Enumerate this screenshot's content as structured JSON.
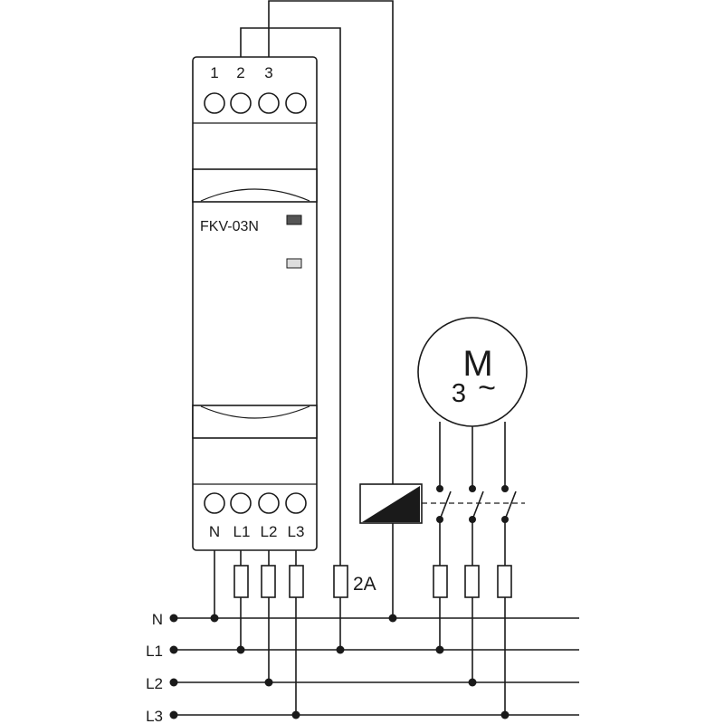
{
  "device": {
    "model": "FKV-03N",
    "top_terminals": [
      "1",
      "2",
      "3"
    ],
    "bottom_terminals": [
      "N",
      "L1",
      "L2",
      "L3"
    ]
  },
  "motor": {
    "letter": "M",
    "phases": "3",
    "symbol": "~"
  },
  "fuse_rating": "2A",
  "bus_lines": [
    "N",
    "L1",
    "L2",
    "L3"
  ],
  "colors": {
    "line": "#1a1a1a",
    "led_on": "#555555",
    "led_off": "#dddddd"
  }
}
